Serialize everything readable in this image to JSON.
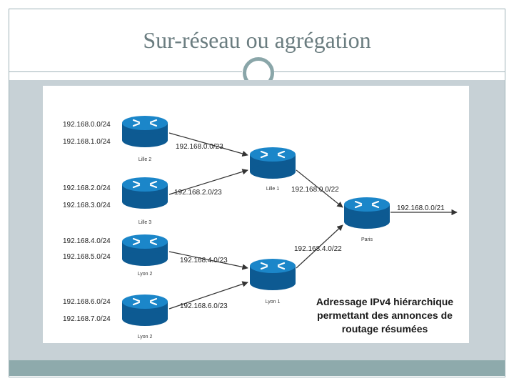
{
  "slide": {
    "title": "Sur-réseau ou agrégation"
  },
  "diagram": {
    "routers": [
      {
        "id": "lille2",
        "label": "Lille 2",
        "networks": [
          "192.168.0.0/24",
          "192.168.1.0/24"
        ]
      },
      {
        "id": "lille3",
        "label": "Lille 3",
        "networks": [
          "192.168.2.0/24",
          "192.168.3.0/24"
        ]
      },
      {
        "id": "lyon2a",
        "label": "Lyon 2",
        "networks": [
          "192.168.4.0/24",
          "192.168.5.0/24"
        ]
      },
      {
        "id": "lyon2b",
        "label": "Lyon 2",
        "networks": [
          "192.168.6.0/24",
          "192.168.7.0/24"
        ]
      },
      {
        "id": "lille1",
        "label": "Lille 1"
      },
      {
        "id": "lyon1",
        "label": "Lyon 1"
      },
      {
        "id": "paris",
        "label": "Paris"
      }
    ],
    "links": [
      {
        "from": "lille2",
        "to": "lille1",
        "label": "192.168.0.0/23"
      },
      {
        "from": "lille3",
        "to": "lille1",
        "label": "192.168.2.0/23"
      },
      {
        "from": "lyon2a",
        "to": "lyon1",
        "label": "192.168.4.0/23"
      },
      {
        "from": "lyon2b",
        "to": "lyon1",
        "label": "192.168.6.0/23"
      },
      {
        "from": "lille1",
        "to": "paris",
        "label": "192.168.0.0/22"
      },
      {
        "from": "lyon1",
        "to": "paris",
        "label": "192.168.4.0/22"
      },
      {
        "from": "paris",
        "to": "out",
        "label": "192.168.0.0/21"
      }
    ],
    "caption": [
      "Adressage IPv4 hiérarchique",
      "permettant des annonces de",
      "routage résumées"
    ]
  },
  "colors": {
    "router": "#1473b5",
    "router_dark": "#0d5a92",
    "accent": "#8eaaac",
    "frame": "#9fb3b8",
    "title": "#6b7d80"
  }
}
